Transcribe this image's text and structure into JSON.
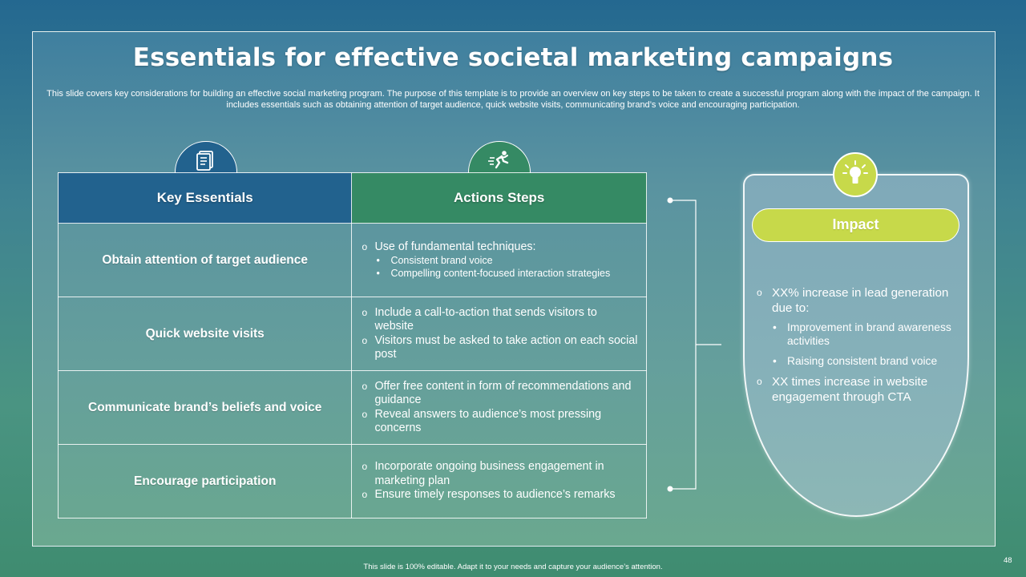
{
  "title": "Essentials for effective societal marketing campaigns",
  "subtitle": "This slide covers key considerations for building an effective social marketing program. The purpose of this template is to provide an overview on key steps to be taken to create a successful program along with the impact of the campaign. It includes essentials such as obtaining attention of target audience, quick website visits, communicating brand’s voice and encouraging participation.",
  "icons": {
    "left_header": "document-checklist-icon",
    "right_header": "running-person-icon",
    "impact": "lightbulb-icon"
  },
  "colors": {
    "key_header": "#22628e",
    "action_header": "#358a64",
    "impact_accent": "#c7d94a"
  },
  "table": {
    "headers": [
      "Key Essentials",
      "Actions Steps"
    ],
    "rows": [
      {
        "essential": "Obtain attention of target audience",
        "actions": [
          "Use of fundamental techniques:"
        ],
        "sub": [
          "Consistent brand voice",
          "Compelling content-focused interaction strategies"
        ]
      },
      {
        "essential": "Quick website visits",
        "actions": [
          "Include a call-to-action that sends visitors to website",
          "Visitors must be asked to take action on each social post"
        ]
      },
      {
        "essential": "Communicate brand’s beliefs and voice",
        "actions": [
          "Offer free content in form of recommendations and guidance",
          "Reveal answers to audience’s most pressing concerns"
        ]
      },
      {
        "essential": "Encourage participation",
        "actions": [
          "Incorporate ongoing business engagement in marketing plan",
          "Ensure timely responses to audience’s remarks"
        ]
      }
    ]
  },
  "impact": {
    "label": "Impact",
    "item1": "XX% increase in lead generation due to:",
    "sub": [
      "Improvement in brand awareness activities",
      "Raising consistent brand voice"
    ],
    "item2": "XX times increase in website engagement through CTA"
  },
  "footer": "This slide is 100% editable. Adapt it to your needs and capture your audience’s attention.",
  "page_number": "48"
}
